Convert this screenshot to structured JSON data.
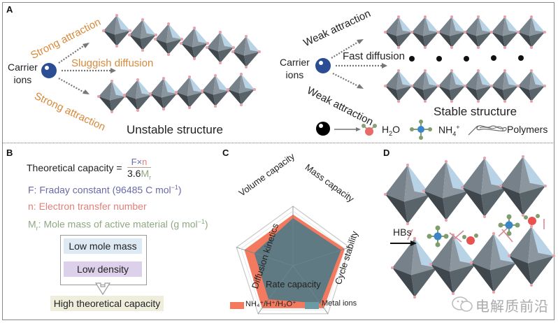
{
  "panels": {
    "A": {
      "label": "A",
      "left": {
        "carrier_label_1": "Carrier",
        "carrier_label_2": "ions",
        "top_arrow_label": "Strong attraction",
        "middle_arrow_label": "Sluggish diffusion",
        "bottom_arrow_label": "Strong attraction",
        "caption": "Unstable structure"
      },
      "right": {
        "carrier_label_1": "Carrier",
        "carrier_label_2": "ions",
        "top_arrow_label": "Weak attraction",
        "middle_arrow_label": "Fast diffusion",
        "bottom_arrow_label": "Weak attraction",
        "caption": "Stable structure"
      },
      "legend": {
        "items": [
          {
            "icon": "water-molecule-icon",
            "label_main": "H",
            "label_sub": "2",
            "label_tail": "O"
          },
          {
            "icon": "ammonium-ion-icon",
            "label_main": "NH",
            "label_sub": "4",
            "label_sup": "+"
          },
          {
            "icon": "polymer-chain-icon",
            "label_main": "Polymers"
          }
        ]
      },
      "colors": {
        "accent_orange": "#d8893a",
        "ion_blue": "#2a4d94",
        "octahedron": "#5e6a72"
      }
    },
    "B": {
      "label": "B",
      "formula_lhs": "Theoretical capacity =",
      "formula_num_F": "F",
      "formula_num_times": "×",
      "formula_num_n": "n",
      "formula_den_const": "3.6",
      "formula_den_M": "M",
      "formula_den_sub": "r",
      "definitions": [
        {
          "text": "F: Fraday constant (96485 C mol",
          "sup": "−1",
          "tail": ")",
          "color": "#6a6aa8"
        },
        {
          "text": "n: Electron transfer number",
          "sup": "",
          "tail": "",
          "color": "#e0807a"
        },
        {
          "text": "M",
          "sub": "r",
          "text2": ": Mole mass of active material (g mol",
          "sup": "−1",
          "tail": ")",
          "color": "#8fa882"
        }
      ],
      "boxes": [
        {
          "label": "Low mole mass",
          "color": "#dde9f3"
        },
        {
          "label": "Low density",
          "color": "#ddd0ea"
        }
      ],
      "result": {
        "label": "High theoretical capacity",
        "color": "#efeedd"
      }
    },
    "C": {
      "label": "C"
    },
    "D": {
      "label": "D",
      "hbs_label": "HBs",
      "watermark": "电解质前沿"
    }
  },
  "chart_data": {
    "type": "radar",
    "title": "",
    "axes": [
      "Mass capacity",
      "Cycle stability",
      "Rate capacity",
      "Diffusion kinetics",
      "Volume capacity"
    ],
    "range": [
      0,
      1
    ],
    "grid": true,
    "series": [
      {
        "name": "NH4+/H+/H3O+",
        "color": "#f47a5f",
        "values": [
          0.92,
          0.92,
          0.85,
          0.92,
          0.8
        ]
      },
      {
        "name": "Metal ions",
        "color": "#5f7a82",
        "values": [
          0.88,
          0.82,
          0.75,
          0.65,
          0.72
        ]
      }
    ],
    "legend": {
      "placement": "bottom",
      "entries": [
        {
          "label_main": "NH",
          "label_sub": "4",
          "label_rest": "+/H+/H",
          "label_sub2": "3",
          "label_tail": "O+",
          "color": "#f47a5f",
          "display": "NH₄⁺/H⁺/H₃O⁺"
        },
        {
          "display": "Metal ions",
          "color": "#6a9aa4"
        }
      ]
    }
  }
}
